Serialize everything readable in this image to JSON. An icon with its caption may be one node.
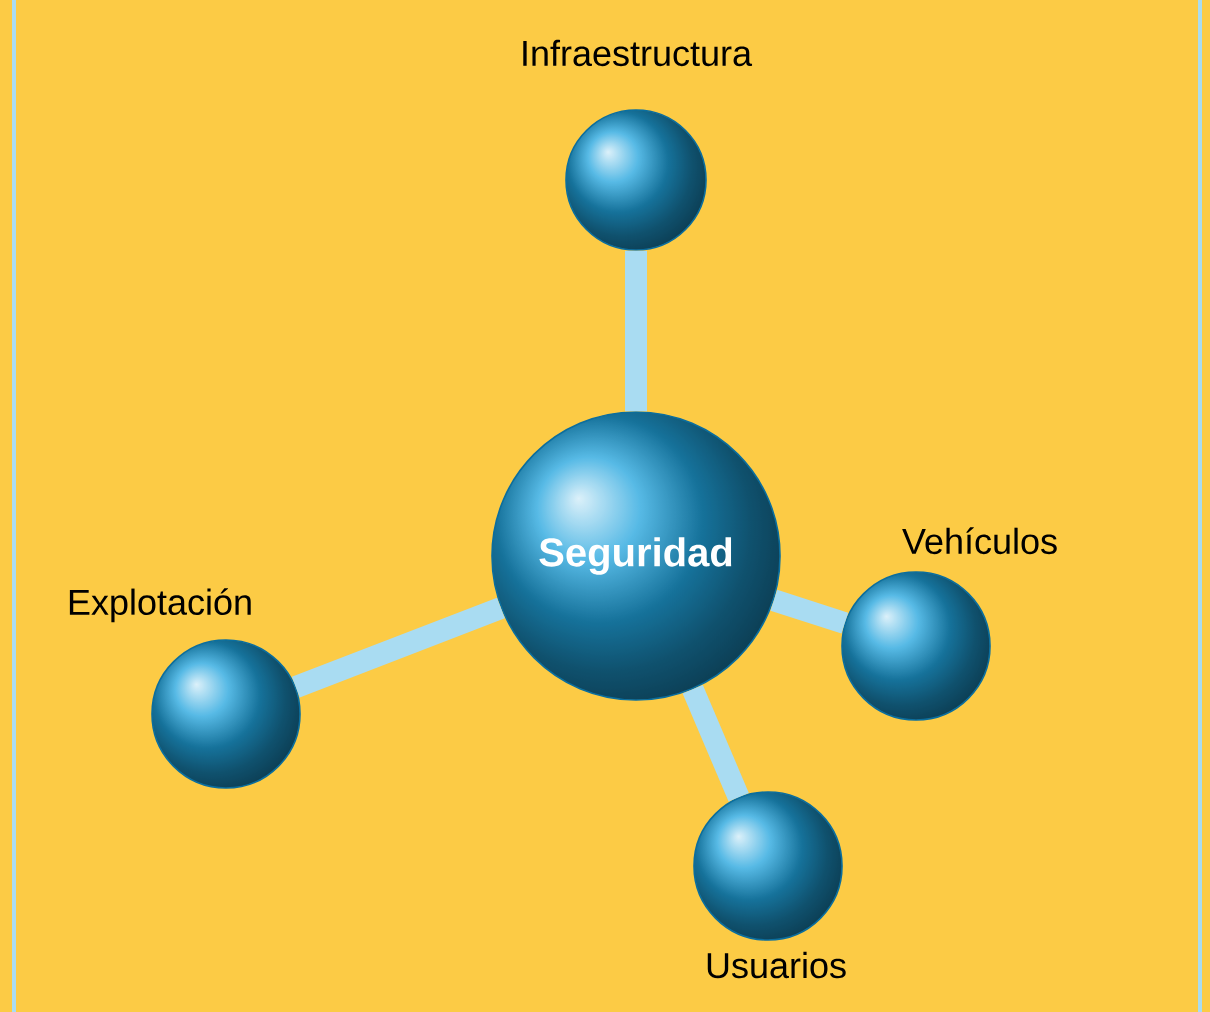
{
  "diagram": {
    "nodes": [
      {
        "text": [
          "Seguridad"
        ]
      },
      {
        "text": [
          "Infraestructura"
        ]
      },
      {
        "text": [
          "Vehículos"
        ]
      },
      {
        "text": [
          "Explotación"
        ]
      },
      {
        "text": [
          "Usuarios"
        ]
      }
    ],
    "edges": [
      {
        "from": 0,
        "to": 1,
        "arrow": "none"
      },
      {
        "from": 0,
        "to": 2,
        "arrow": "none"
      },
      {
        "from": 0,
        "to": 3,
        "arrow": "none"
      },
      {
        "from": 0,
        "to": 4,
        "arrow": "none"
      }
    ]
  }
}
